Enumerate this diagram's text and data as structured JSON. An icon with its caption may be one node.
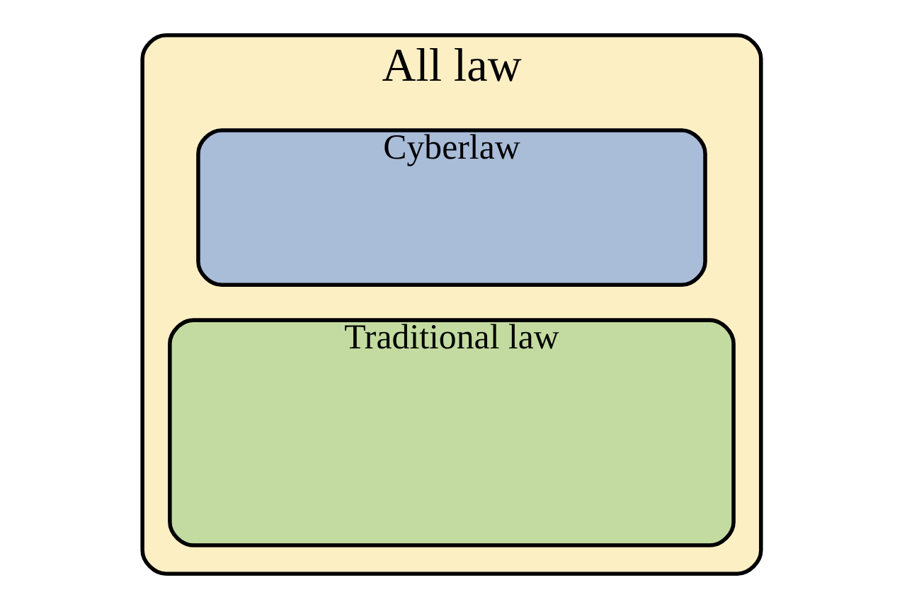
{
  "diagram": {
    "nodes": [
      {
        "text": [
          "All law"
        ]
      },
      {
        "text": [
          "Cyberlaw"
        ],
        "in": 0
      },
      {
        "text": [
          "Traditional law"
        ],
        "in": 0
      }
    ]
  }
}
